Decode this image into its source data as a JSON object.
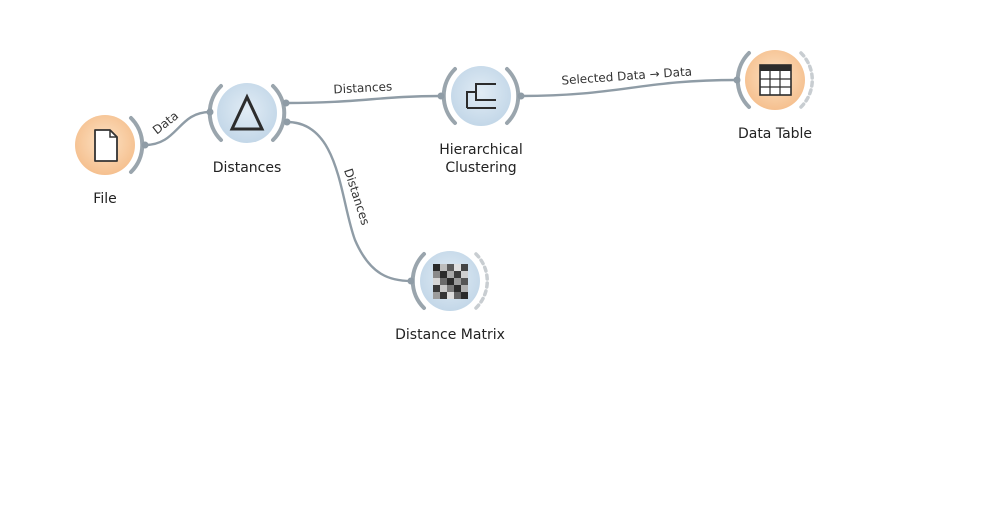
{
  "workflow": {
    "nodes": {
      "file": {
        "label": "File",
        "icon": "document-icon",
        "color": "#f7c99c"
      },
      "distances": {
        "label": "Distances",
        "icon": "delta-icon",
        "color": "#cfe0ee"
      },
      "hier": {
        "label_line1": "Hierarchical",
        "label_line2": "Clustering",
        "icon": "dendrogram-icon",
        "color": "#cfe0ee"
      },
      "table": {
        "label": "Data Table",
        "icon": "table-icon",
        "color": "#f7c99c"
      },
      "matrix": {
        "label": "Distance Matrix",
        "icon": "matrix-icon",
        "color": "#cfe0ee"
      }
    },
    "links": {
      "file_distances": "Data",
      "distances_hier": "Distances",
      "hier_table": "Selected Data → Data",
      "distances_matrix": "Distances"
    }
  }
}
